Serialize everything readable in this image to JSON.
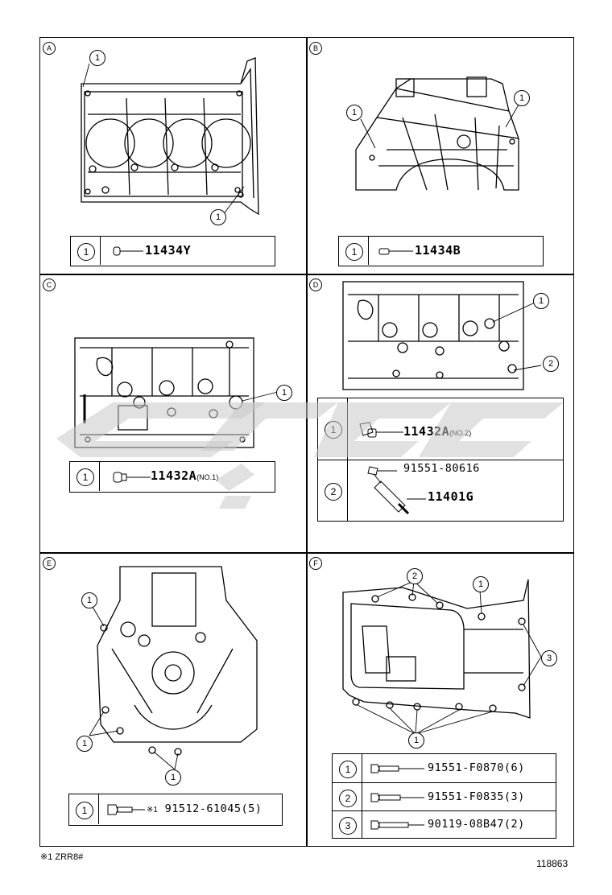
{
  "panels": {
    "A": {
      "label": "A",
      "callouts": [
        "1",
        "1"
      ],
      "rows": [
        {
          "num": "1",
          "part": "11434Y",
          "note": ""
        }
      ]
    },
    "B": {
      "label": "B",
      "callouts": [
        "1",
        "1"
      ],
      "rows": [
        {
          "num": "1",
          "part": "11434B",
          "note": ""
        }
      ]
    },
    "C": {
      "label": "C",
      "callouts": [
        "1"
      ],
      "rows": [
        {
          "num": "1",
          "part": "11432A",
          "note": "(NO.1)"
        }
      ]
    },
    "D": {
      "label": "D",
      "callouts": [
        "1",
        "2"
      ],
      "rows": [
        {
          "num": "1",
          "part": "11432A",
          "note": "(NO.2)"
        },
        {
          "num": "2",
          "part": "91551-80616",
          "part2": "11401G"
        }
      ]
    },
    "E": {
      "label": "E",
      "callouts": [
        "1",
        "1",
        "1"
      ],
      "rows": [
        {
          "num": "1",
          "prefix": "※1",
          "part": "91512-61045(5)"
        }
      ]
    },
    "F": {
      "label": "F",
      "callouts": [
        "2",
        "1",
        "3",
        "1"
      ],
      "rows": [
        {
          "num": "1",
          "part": "91551-F0870(6)"
        },
        {
          "num": "2",
          "part": "91551-F0835(3)"
        },
        {
          "num": "3",
          "part": "90119-08B47(2)"
        }
      ]
    }
  },
  "footnote": "※1 ZRR8#",
  "diagram_id": "118863",
  "colors": {
    "line": "#000000",
    "watermark": "#c8c8c8"
  }
}
